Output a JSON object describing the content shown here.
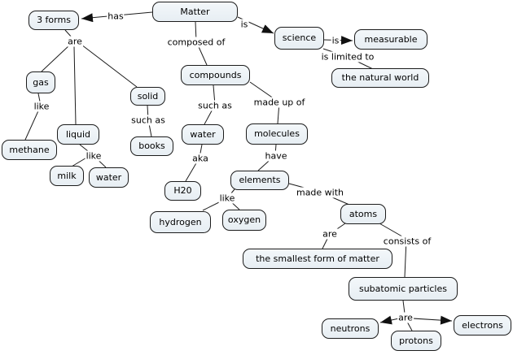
{
  "colors": {
    "background": "#ffffff",
    "node_fill_top": "#f3f7fa",
    "node_fill_bottom": "#e7eef3",
    "node_border": "#1c1c1c",
    "line": "#1c1c1c",
    "text": "#000000"
  },
  "nodes": {
    "matter": {
      "label": "Matter"
    },
    "three_forms": {
      "label": "3 forms"
    },
    "science": {
      "label": "science"
    },
    "measurable": {
      "label": "measurable"
    },
    "natural_world": {
      "label": "the natural world"
    },
    "compounds": {
      "label": "compounds"
    },
    "gas": {
      "label": "gas"
    },
    "solid": {
      "label": "solid"
    },
    "liquid": {
      "label": "liquid"
    },
    "methane": {
      "label": "methane"
    },
    "books": {
      "label": "books"
    },
    "milk": {
      "label": "milk"
    },
    "water_liquid": {
      "label": "water"
    },
    "water_compound": {
      "label": "water"
    },
    "molecules": {
      "label": "molecules"
    },
    "h20": {
      "label": "H20"
    },
    "elements": {
      "label": "elements"
    },
    "hydrogen": {
      "label": "hydrogen"
    },
    "oxygen": {
      "label": "oxygen"
    },
    "atoms": {
      "label": "atoms"
    },
    "smallest_form": {
      "label": "the smallest form of matter"
    },
    "subatomic_particles": {
      "label": "subatomic particles"
    },
    "neutrons": {
      "label": "neutrons"
    },
    "protons": {
      "label": "protons"
    },
    "electrons": {
      "label": "electrons"
    }
  },
  "links": {
    "has": {
      "label": "has"
    },
    "composed_of": {
      "label": "composed of"
    },
    "is_1": {
      "label": "is"
    },
    "is_2": {
      "label": "is"
    },
    "is_limited_to": {
      "label": "is limited to"
    },
    "are_forms": {
      "label": "are"
    },
    "like_gas": {
      "label": "like"
    },
    "such_as_solid": {
      "label": "such as"
    },
    "like_liquid": {
      "label": "like"
    },
    "such_as_compounds": {
      "label": "such as"
    },
    "made_up_of": {
      "label": "made up of"
    },
    "aka": {
      "label": "aka"
    },
    "have": {
      "label": "have"
    },
    "like_elements": {
      "label": "like"
    },
    "made_with": {
      "label": "made with"
    },
    "are_atoms": {
      "label": "are"
    },
    "consists_of": {
      "label": "consists of"
    },
    "are_subatomic": {
      "label": "are"
    }
  },
  "propositions": [
    {
      "from": "Matter",
      "link": "has",
      "to": "3 forms",
      "arrow": true
    },
    {
      "from": "3 forms",
      "link": "are",
      "to": "gas",
      "arrow": false
    },
    {
      "from": "3 forms",
      "link": "are",
      "to": "liquid",
      "arrow": false
    },
    {
      "from": "3 forms",
      "link": "are",
      "to": "solid",
      "arrow": false
    },
    {
      "from": "gas",
      "link": "like",
      "to": "methane",
      "arrow": false
    },
    {
      "from": "liquid",
      "link": "like",
      "to": "milk",
      "arrow": false
    },
    {
      "from": "liquid",
      "link": "like",
      "to": "water",
      "arrow": false
    },
    {
      "from": "solid",
      "link": "such as",
      "to": "books",
      "arrow": false
    },
    {
      "from": "Matter",
      "link": "composed of",
      "to": "compounds",
      "arrow": false
    },
    {
      "from": "compounds",
      "link": "such as",
      "to": "water",
      "arrow": false
    },
    {
      "from": "water",
      "link": "aka",
      "to": "H20",
      "arrow": false
    },
    {
      "from": "compounds",
      "link": "made up of",
      "to": "molecules",
      "arrow": false
    },
    {
      "from": "molecules",
      "link": "have",
      "to": "elements",
      "arrow": false
    },
    {
      "from": "elements",
      "link": "like",
      "to": "hydrogen",
      "arrow": false
    },
    {
      "from": "elements",
      "link": "like",
      "to": "oxygen",
      "arrow": false
    },
    {
      "from": "elements",
      "link": "made with",
      "to": "atoms",
      "arrow": false
    },
    {
      "from": "atoms",
      "link": "are",
      "to": "the smallest form of matter",
      "arrow": false
    },
    {
      "from": "atoms",
      "link": "consists of",
      "to": "subatomic particles",
      "arrow": false
    },
    {
      "from": "subatomic particles",
      "link": "are",
      "to": "neutrons",
      "arrow": true
    },
    {
      "from": "subatomic particles",
      "link": "are",
      "to": "protons",
      "arrow": false
    },
    {
      "from": "subatomic particles",
      "link": "are",
      "to": "electrons",
      "arrow": true
    },
    {
      "from": "Matter",
      "link": "is",
      "to": "science",
      "arrow": true
    },
    {
      "from": "science",
      "link": "is",
      "to": "measurable",
      "arrow": true
    },
    {
      "from": "science",
      "link": "is limited to",
      "to": "the natural world",
      "arrow": false
    }
  ]
}
